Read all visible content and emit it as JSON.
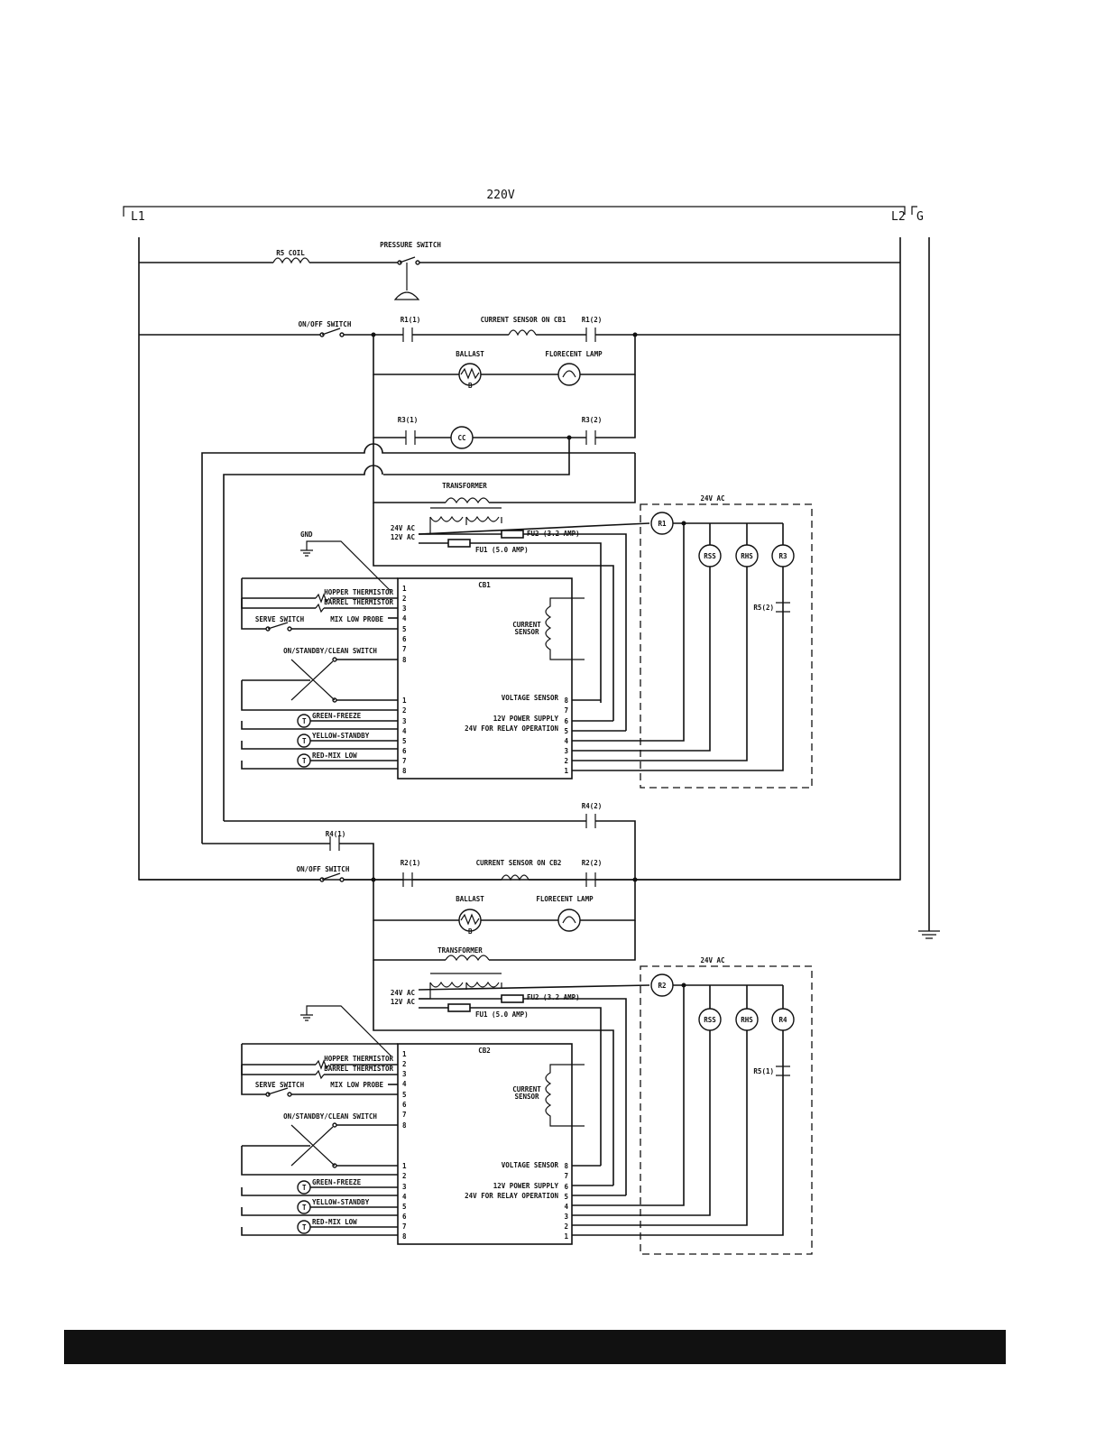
{
  "colors": {
    "line": "#111111",
    "footer_bar": "#111111",
    "background": "#ffffff"
  },
  "supply": {
    "voltage": "220V",
    "l1": "L1",
    "l2": "L2",
    "ground": "G"
  },
  "top_circuit": {
    "r5_coil": "R5 COIL",
    "pressure_switch": "PRESSURE SWITCH",
    "on_off_switch": "ON/OFF SWITCH",
    "r1_1": "R1(1)",
    "r1_2": "R1(2)",
    "current_sensor": "CURRENT SENSOR ON CB1",
    "ballast": "BALLAST",
    "ballast_mark": "B",
    "florecent_lamp": "FLORECENT LAMP",
    "r3_1": "R3(1)",
    "r3_2": "R3(2)",
    "cc": "CC",
    "transformer": "TRANSFORMER",
    "v24": "24V AC",
    "v12": "12V AC",
    "fu2": "FU2 (3.2 AMP)",
    "fu1": "FU1 (5.0 AMP)",
    "gnd": "GND"
  },
  "relay_box_1": {
    "title": "24V AC",
    "r1": "R1",
    "rss": "RSS",
    "rhs": "RHS",
    "r3": "R3",
    "r5_2": "R5(2)"
  },
  "board_1": {
    "name": "CB1",
    "left_pins": [
      "1",
      "2",
      "3",
      "4",
      "5",
      "6",
      "7",
      "8",
      "1",
      "2",
      "3",
      "4",
      "5",
      "6",
      "7",
      "8"
    ],
    "right_pins": [
      "8",
      "7",
      "6",
      "5",
      "4",
      "3",
      "2",
      "1"
    ],
    "hopper": "HOPPER THERMISTOR",
    "barrel": "BARREL THERMISTOR",
    "serve_switch": "SERVE SWITCH",
    "mix_low_probe": "MIX LOW PROBE",
    "on_standby_clean": "ON/STANDBY/CLEAN SWITCH",
    "green": "GREEN-FREEZE",
    "yellow": "YELLOW-STANDBY",
    "red": "RED-MIX LOW",
    "current_sensor": "CURRENT SENSOR",
    "voltage_sensor": "VOLTAGE SENSOR",
    "power_12v": "12V POWER SUPPLY",
    "relay_24v": "24V FOR RELAY OPERATION",
    "lamp_mark": "T"
  },
  "middle": {
    "r4_1": "R4(1)",
    "r4_2": "R4(2)"
  },
  "bottom_circuit": {
    "on_off_switch": "ON/OFF SWITCH",
    "r2_1": "R2(1)",
    "r2_2": "R2(2)",
    "current_sensor": "CURRENT SENSOR ON CB2",
    "ballast": "BALLAST",
    "ballast_mark": "B",
    "florecent_lamp": "FLORECENT LAMP",
    "transformer": "TRANSFORMER",
    "v24": "24V AC",
    "v12": "12V AC",
    "fu2": "FU2 (3.2 AMP)",
    "fu1": "FU1 (5.0 AMP)"
  },
  "relay_box_2": {
    "title": "24V AC",
    "r2": "R2",
    "rss": "RSS",
    "rhs": "RHS",
    "r4": "R4",
    "r5_1": "R5(1)"
  },
  "board_2": {
    "name": "CB2",
    "left_pins": [
      "1",
      "2",
      "3",
      "4",
      "5",
      "6",
      "7",
      "8",
      "1",
      "2",
      "3",
      "4",
      "5",
      "6",
      "7",
      "8"
    ],
    "right_pins": [
      "8",
      "7",
      "6",
      "5",
      "4",
      "3",
      "2",
      "1"
    ],
    "hopper": "HOPPER THERMISTOR",
    "barrel": "BARREL THERMISTOR",
    "serve_switch": "SERVE SWITCH",
    "mix_low_probe": "MIX LOW PROBE",
    "on_standby_clean": "ON/STANDBY/CLEAN SWITCH",
    "green": "GREEN-FREEZE",
    "yellow": "YELLOW-STANDBY",
    "red": "RED-MIX LOW",
    "current_sensor": "CURRENT SENSOR",
    "voltage_sensor": "VOLTAGE SENSOR",
    "power_12v": "12V POWER SUPPLY",
    "relay_24v": "24V FOR RELAY OPERATION",
    "lamp_mark": "T"
  }
}
